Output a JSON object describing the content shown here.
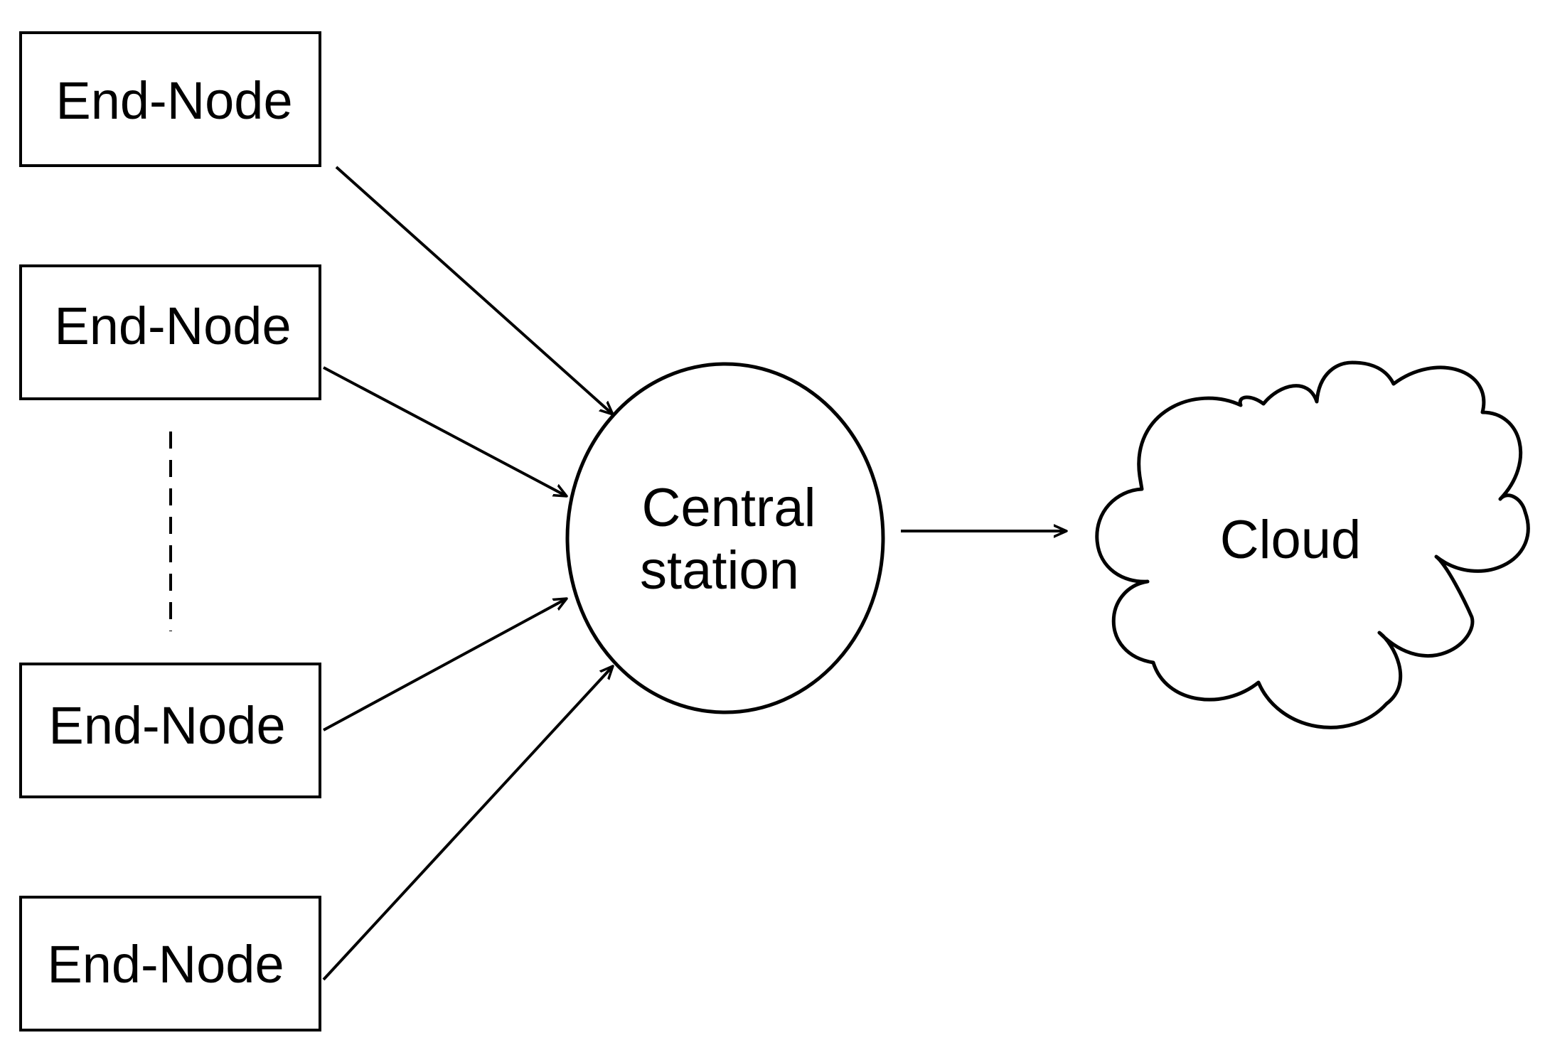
{
  "diagram": {
    "end_nodes": [
      {
        "label": "End-Node"
      },
      {
        "label": "End-Node"
      },
      {
        "label": "End-Node"
      },
      {
        "label": "End-Node"
      }
    ],
    "central_station": {
      "line1": "Central",
      "line2": "station"
    },
    "cloud": {
      "label": "Cloud"
    }
  },
  "colors": {
    "stroke": "#000000",
    "background": "#ffffff"
  }
}
